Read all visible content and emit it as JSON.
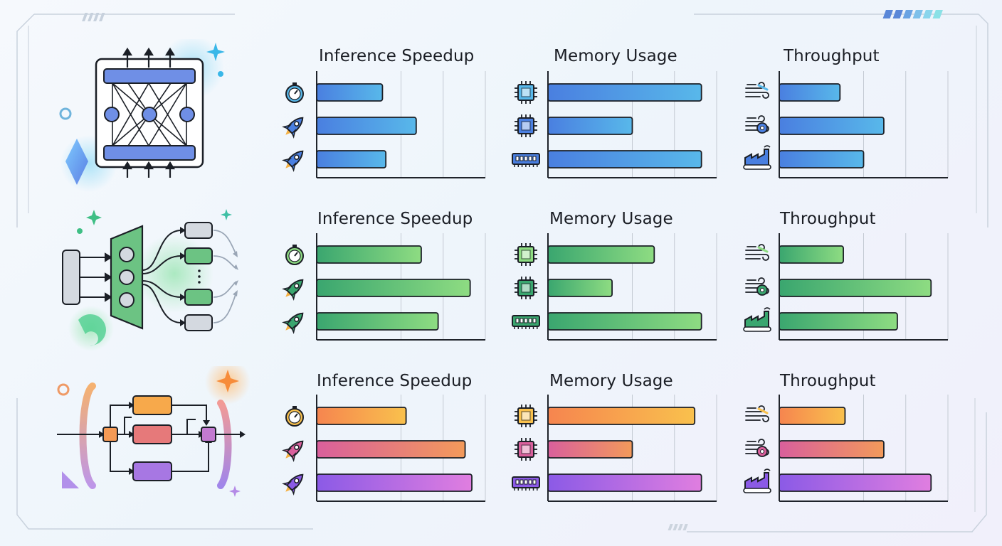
{
  "colors": {
    "row1": [
      "#4a7fe0",
      "#58b8ea"
    ],
    "row2": [
      "#3aa66f",
      "#8edc82"
    ],
    "row3": [
      "#ea5f8c",
      "#f8b24e"
    ],
    "row3_alt": [
      "#8b5ae6",
      "#e07ee0"
    ],
    "axis": "#1f232a",
    "grid": "#c4cad3"
  },
  "rows": [
    {
      "name": "transformer",
      "icon": "neural-network-icon",
      "charts": [
        {
          "title": "Inference Speedup",
          "metric_icons": [
            "stopwatch-icon",
            "rocket-icon",
            "rocket-icon"
          ],
          "values": [
            0.39,
            0.59,
            0.41
          ]
        },
        {
          "title": "Memory Usage",
          "metric_icons": [
            "chip-icon",
            "chip-icon",
            "ram-icon"
          ],
          "values": [
            0.91,
            0.5,
            0.91
          ]
        },
        {
          "title": "Throughput",
          "metric_icons": [
            "wind-icon",
            "wind-gear-icon",
            "factory-icon"
          ],
          "values": [
            0.36,
            0.62,
            0.5
          ]
        }
      ]
    },
    {
      "name": "mixture-of-experts",
      "icon": "router-experts-icon",
      "charts": [
        {
          "title": "Inference Speedup",
          "metric_icons": [
            "stopwatch-icon",
            "rocket-icon",
            "rocket-icon"
          ],
          "values": [
            0.62,
            0.91,
            0.72
          ]
        },
        {
          "title": "Memory Usage",
          "metric_icons": [
            "chip-icon",
            "chip-icon",
            "ram-icon"
          ],
          "values": [
            0.63,
            0.38,
            0.91
          ]
        },
        {
          "title": "Throughput",
          "metric_icons": [
            "wind-icon",
            "wind-gear-icon",
            "factory-icon"
          ],
          "values": [
            0.38,
            0.9,
            0.7
          ]
        }
      ]
    },
    {
      "name": "pipeline",
      "icon": "flow-graph-icon",
      "charts": [
        {
          "title": "Inference Speedup",
          "metric_icons": [
            "stopwatch-icon",
            "rocket-icon",
            "rocket-icon"
          ],
          "values": [
            0.53,
            0.88,
            0.92
          ]
        },
        {
          "title": "Memory Usage",
          "metric_icons": [
            "chip-icon",
            "chip-icon",
            "ram-icon"
          ],
          "values": [
            0.87,
            0.5,
            0.91
          ]
        },
        {
          "title": "Throughput",
          "metric_icons": [
            "wind-icon",
            "wind-gear-icon",
            "factory-icon"
          ],
          "values": [
            0.39,
            0.62,
            0.9
          ]
        }
      ]
    }
  ],
  "chart_data": [
    {
      "type": "bar",
      "orientation": "horizontal",
      "title": "Inference Speedup",
      "series": [
        {
          "values": [
            0.39,
            0.59,
            0.41
          ]
        }
      ],
      "xlim": [
        0,
        1
      ],
      "grid": true
    },
    {
      "type": "bar",
      "orientation": "horizontal",
      "title": "Memory Usage",
      "series": [
        {
          "values": [
            0.91,
            0.5,
            0.91
          ]
        }
      ],
      "xlim": [
        0,
        1
      ],
      "grid": true
    },
    {
      "type": "bar",
      "orientation": "horizontal",
      "title": "Throughput",
      "series": [
        {
          "values": [
            0.36,
            0.62,
            0.5
          ]
        }
      ],
      "xlim": [
        0,
        1
      ],
      "grid": true
    },
    {
      "type": "bar",
      "orientation": "horizontal",
      "title": "Inference Speedup",
      "series": [
        {
          "values": [
            0.62,
            0.91,
            0.72
          ]
        }
      ],
      "xlim": [
        0,
        1
      ],
      "grid": true
    },
    {
      "type": "bar",
      "orientation": "horizontal",
      "title": "Memory Usage",
      "series": [
        {
          "values": [
            0.63,
            0.38,
            0.91
          ]
        }
      ],
      "xlim": [
        0,
        1
      ],
      "grid": true
    },
    {
      "type": "bar",
      "orientation": "horizontal",
      "title": "Throughput",
      "series": [
        {
          "values": [
            0.38,
            0.9,
            0.7
          ]
        }
      ],
      "xlim": [
        0,
        1
      ],
      "grid": true
    },
    {
      "type": "bar",
      "orientation": "horizontal",
      "title": "Inference Speedup",
      "series": [
        {
          "values": [
            0.53,
            0.88,
            0.92
          ]
        }
      ],
      "xlim": [
        0,
        1
      ],
      "grid": true
    },
    {
      "type": "bar",
      "orientation": "horizontal",
      "title": "Memory Usage",
      "series": [
        {
          "values": [
            0.87,
            0.5,
            0.91
          ]
        }
      ],
      "xlim": [
        0,
        1
      ],
      "grid": true
    },
    {
      "type": "bar",
      "orientation": "horizontal",
      "title": "Throughput",
      "series": [
        {
          "values": [
            0.39,
            0.62,
            0.9
          ]
        }
      ],
      "xlim": [
        0,
        1
      ],
      "grid": true
    }
  ]
}
